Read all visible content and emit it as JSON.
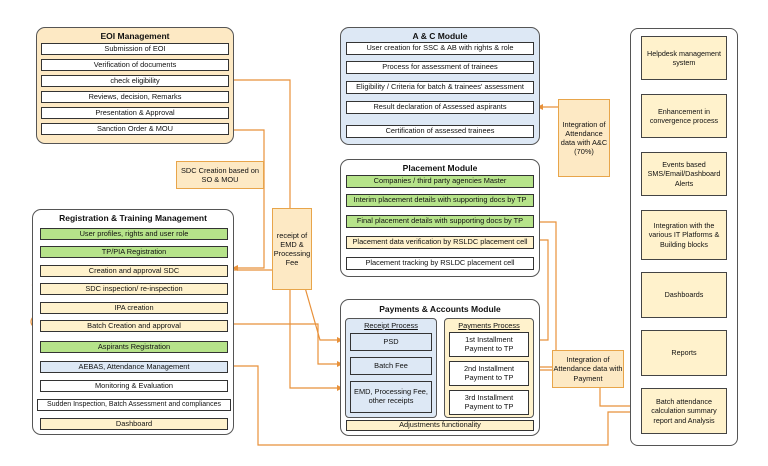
{
  "eoi": {
    "title": "EOI Management",
    "items": [
      "Submission of EOI",
      "Verification of documents",
      "check eligibility",
      "Reviews, decision, Remarks",
      "Presentation & Approval",
      "Sanction Order & MOU"
    ]
  },
  "ac": {
    "title": "A & C Module",
    "items": [
      "User creation for SSC & AB with rights & role",
      "Process for assessment of trainees",
      "Eligibility / Criteria for batch & trainees' assessment",
      "Result declaration of Assessed aspirants",
      "Certification of assessed trainees"
    ]
  },
  "placement": {
    "title": "Placement Module",
    "items": [
      "Companies / third party agencies Master",
      "Interim placement details with supporting docs by TP",
      "Final placement details with supporting docs by TP",
      "Placement data verification by RSLDC placement cell",
      "Placement tracking by RSLDC placement cell"
    ]
  },
  "reg": {
    "title": "Registration & Training Management",
    "items": [
      "User profiles, rights and user role",
      "TP/PIA Registration",
      "Creation and approval SDC",
      "SDC inspection/ re-inspection",
      "IPA creation",
      "Batch Creation and approval",
      "Aspirants Registration",
      "AEBAS, Attendance Management",
      "Monitoring & Evaluation",
      "Sudden Inspection, Batch Assessment and compliances",
      "Dashboard"
    ]
  },
  "payments": {
    "title": "Payments & Accounts Module",
    "receipt_title": "Receipt Process",
    "receipt_items": [
      "PSD",
      "Batch Fee",
      "EMD, Processing Fee, other receipts"
    ],
    "pay_title": "Payments Process",
    "pay_items": [
      "1st Installment Payment to TP",
      "2nd Installment Payment to TP",
      "3rd Installment Payment to TP"
    ],
    "adjustments": "Adjustments functionality"
  },
  "notes": {
    "sdc_creation": "SDC Creation based on SO & MOU",
    "receipt_emd": "receipt of EMD & Processing Fee",
    "attendance_ac": "Integration of Attendance data with A&C (70%)",
    "attendance_payment": "Integration of Attendance data with Payment"
  },
  "right": {
    "items": [
      "Helpdesk management system",
      "Enhancement in convergence process",
      "Events based SMS/Email/Dashboard Alerts",
      "Integration with the various IT Platforms & Building blocks",
      "Dashboards",
      "Reports",
      "Batch attendance calculation summary report and Analysis"
    ]
  },
  "colors": {
    "connector": "#e8913a",
    "green": "#b6e38a",
    "yellow": "#fff2cc",
    "blue": "#dde8f5",
    "note": "#fde9c4"
  }
}
